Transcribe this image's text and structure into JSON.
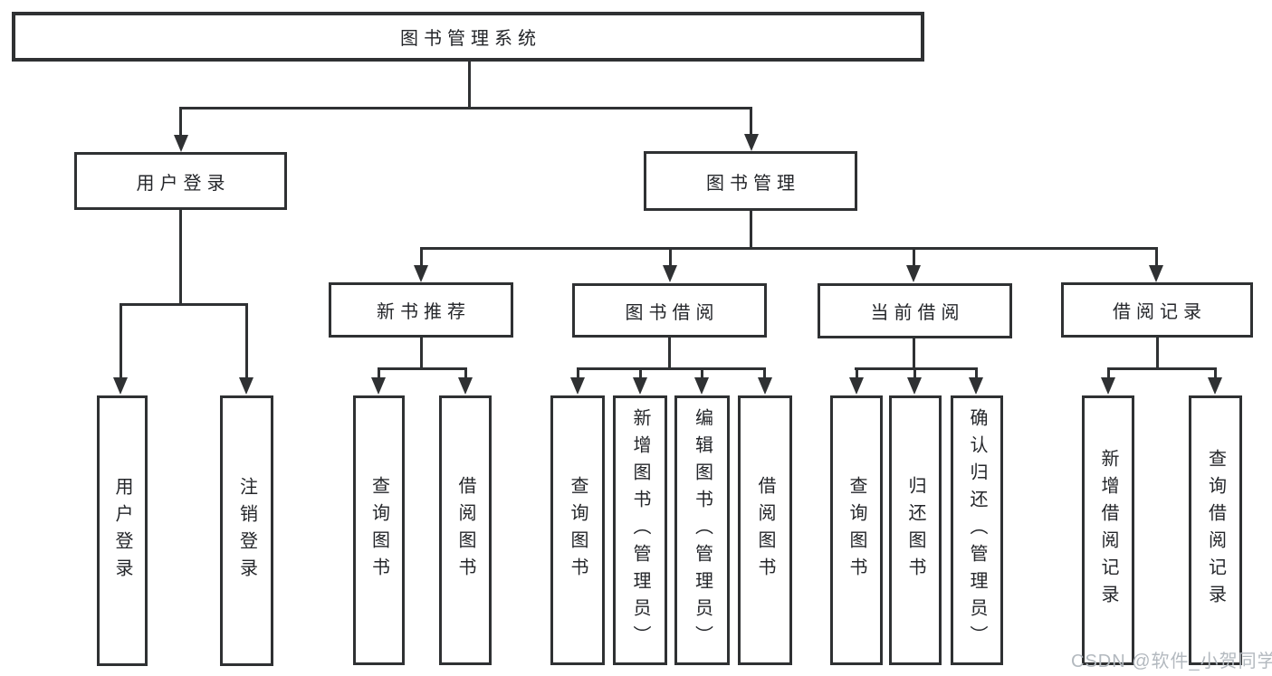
{
  "tree": {
    "root": {
      "label": "图书管理系统"
    },
    "branches": [
      {
        "label": "用户登录",
        "leaves": [
          {
            "label": "用户登录"
          },
          {
            "label": "注销登录"
          }
        ]
      },
      {
        "label": "图书管理",
        "groups": [
          {
            "label": "新书推荐",
            "leaves": [
              {
                "label": "查询图书"
              },
              {
                "label": "借阅图书"
              }
            ]
          },
          {
            "label": "图书借阅",
            "leaves": [
              {
                "label": "查询图书"
              },
              {
                "label": "新增图书（管理员）"
              },
              {
                "label": "编辑图书（管理员）"
              },
              {
                "label": "借阅图书"
              }
            ]
          },
          {
            "label": "当前借阅",
            "leaves": [
              {
                "label": "查询图书"
              },
              {
                "label": "归还图书"
              },
              {
                "label": "确认归还（管理员）"
              }
            ]
          },
          {
            "label": "借阅记录",
            "leaves": [
              {
                "label": "新增借阅记录"
              },
              {
                "label": "查询借阅记录"
              }
            ]
          }
        ]
      }
    ]
  },
  "watermark": {
    "text": "CSDN @软件_小贺同学"
  },
  "colors": {
    "line": "#2f3133",
    "text": "#24262a",
    "watermark": "#b3b9bf",
    "background": "#ffffff"
  }
}
